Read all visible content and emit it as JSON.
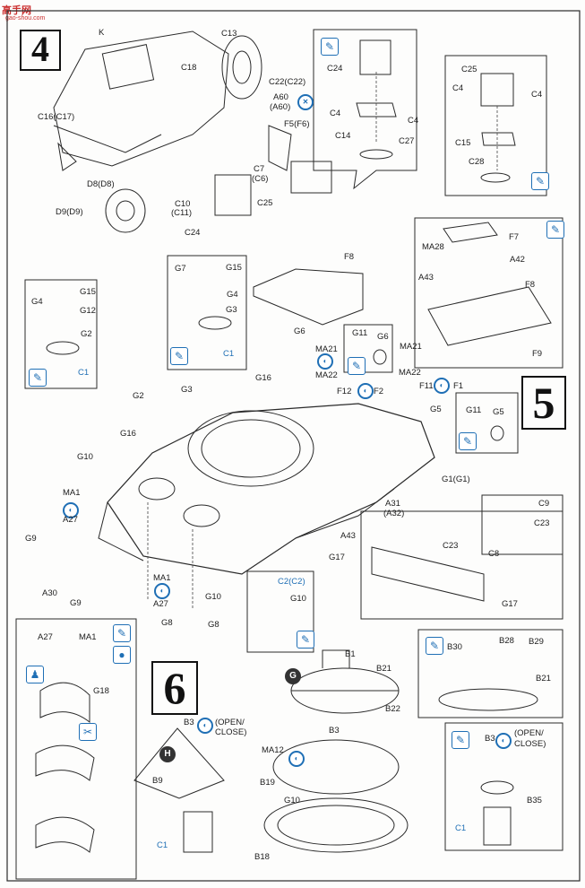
{
  "watermark": {
    "text": "高手网",
    "url": "gao-shou.com"
  },
  "steps": {
    "s4": "4",
    "s5": "5",
    "s6": "6"
  },
  "markers": {
    "g": "G",
    "h": "H"
  },
  "labels": {
    "K": "K",
    "C13": "C13",
    "C18": "C18",
    "C22": "C22(C22)",
    "A60": "A60",
    "A60b": "(A60)",
    "C16": "C16(C17)",
    "F5": "F5(F6)",
    "C7": "C7",
    "C6": "(C6)",
    "D8": "D8(D8)",
    "C10": "C10",
    "C11": "(C11)",
    "D9": "D9(D9)",
    "C24a": "C24",
    "C25a": "C25",
    "C24b": "C24",
    "C4a": "C4",
    "C4b": "C4",
    "C14": "C14",
    "C27": "C27",
    "C25b": "C25",
    "C4c": "C4",
    "C4d": "C4",
    "C15": "C15",
    "C28": "C28",
    "G7": "G7",
    "G15a": "G15",
    "G4a": "G4",
    "G3a": "G3",
    "C1a": "C1",
    "G15b": "G15",
    "G4b": "G4",
    "G12": "G12",
    "G2a": "G2",
    "C1b": "C1",
    "F8a": "F8",
    "G6": "G6",
    "MA21a": "MA21",
    "MA22a": "MA22",
    "G11a": "G11",
    "G6b": "G6",
    "F7": "F7",
    "MA28": "MA28",
    "A42": "A42",
    "A43a": "A43",
    "F8b": "F8",
    "F9": "F9",
    "MA21b": "MA21",
    "MA22b": "MA22",
    "F11": "F11",
    "F1": "F1",
    "G5a": "G5",
    "G11b": "G11",
    "G5b": "G5",
    "F12": "F12",
    "F2": "F2",
    "G2b": "G2",
    "G3b": "G3",
    "G16a": "G16",
    "G16b": "G16",
    "G10a": "G10",
    "MA1a": "MA1",
    "A27a": "A27",
    "G9a": "G9",
    "A30": "A30",
    "G9b": "G9",
    "MA1b": "MA1",
    "A27b": "A27",
    "G8a": "G8",
    "G8b": "G8",
    "G10b": "G10",
    "G17a": "G17",
    "A43b": "A43",
    "A31": "A31",
    "A32": "(A32)",
    "G1": "G1(G1)",
    "C2": "C2(C2)",
    "G10c": "G10",
    "C9": "C9",
    "C23a": "C23",
    "C23b": "C23",
    "C8": "C8",
    "G17b": "G17",
    "A27c": "A27",
    "MA1c": "MA1",
    "G18": "G18",
    "B1": "B1",
    "B21a": "B21",
    "B3a": "B3",
    "B22": "B22",
    "MA12": "MA12",
    "B19": "B19",
    "G10d": "G10",
    "B18": "B18",
    "B3b": "B3",
    "openclose1": "(OPEN/",
    "openclose1b": "CLOSE)",
    "B9": "B9",
    "C1c": "C1",
    "B30": "B30",
    "B28": "B28",
    "B29": "B29",
    "B21b": "B21",
    "B3c": "B3",
    "openclose2": "(OPEN/",
    "openclose2b": "CLOSE)",
    "B35": "B35",
    "C1d": "C1"
  }
}
